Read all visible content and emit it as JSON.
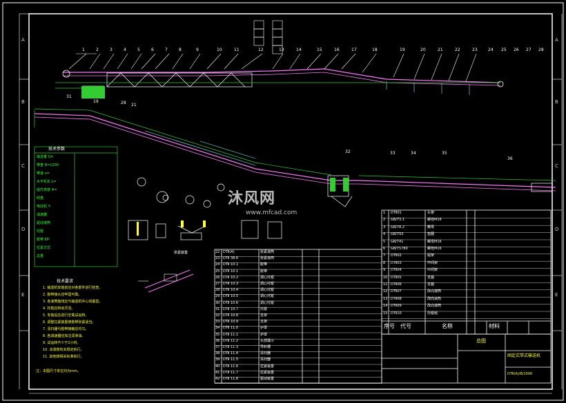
{
  "watermark": {
    "title": "沐风网",
    "url": "www.mfcad.com"
  },
  "border_zones": {
    "left": [
      "A",
      "B",
      "C",
      "D",
      "E"
    ],
    "right": [
      "A",
      "B",
      "C",
      "D",
      "E"
    ]
  },
  "title_block": {
    "row1": "总图",
    "name": "固定式带式输送机",
    "drawing_no": "DTⅡ(A)/B/1000"
  },
  "parts_header": {
    "seq": "序号",
    "code": "代号",
    "name": "名称",
    "material": "材料"
  },
  "parts_left": [
    {
      "no": "22",
      "code": "DTⅡ(A)",
      "name": "张紧滚筒"
    },
    {
      "no": "23",
      "code": "DTⅡ 38.6",
      "name": "张紧滚筒"
    },
    {
      "no": "24",
      "code": "DTⅡ 10.1",
      "name": "胶带"
    },
    {
      "no": "25",
      "code": "DTⅡ 10.1",
      "name": "胶带"
    },
    {
      "no": "26",
      "code": "DTⅡ 10.2",
      "name": "调心托辊"
    },
    {
      "no": "27",
      "code": "DTⅡ 10.3",
      "name": "调心托辊"
    },
    {
      "no": "28",
      "code": "DTⅡ 10.4",
      "name": "调心托辊"
    },
    {
      "no": "29",
      "code": "DTⅡ 10.5",
      "name": "调心托辊"
    },
    {
      "no": "30",
      "code": "DTⅡ 10.6",
      "name": "调心托辊"
    },
    {
      "no": "31",
      "code": "DTⅡ 10.7",
      "name": "托辊"
    },
    {
      "no": "32",
      "code": "DTⅡ 10.8",
      "name": "支架"
    },
    {
      "no": "33",
      "code": "DTⅡ 10.9",
      "name": "支架"
    },
    {
      "no": "34",
      "code": "DTⅡ 11.0",
      "name": "护罩"
    },
    {
      "no": "35",
      "code": "DTⅡ 11.1",
      "name": "护罩"
    },
    {
      "no": "36",
      "code": "DTⅡ 11.2",
      "name": "头部漏斗"
    },
    {
      "no": "37",
      "code": "DTⅡ 11.3",
      "name": "导料槽"
    },
    {
      "no": "38",
      "code": "DTⅡ 11.4",
      "name": "清扫器"
    },
    {
      "no": "39",
      "code": "DTⅡ 11.5",
      "name": "清扫器"
    },
    {
      "no": "40",
      "code": "DTⅡ 11.6",
      "name": "拉紧装置"
    },
    {
      "no": "41",
      "code": "DTⅡ 11.7",
      "name": "拉紧装置"
    },
    {
      "no": "42",
      "code": "DTⅡ 11.8",
      "name": "驱动装置"
    }
  ],
  "parts_right": [
    {
      "no": "1",
      "code": "DTⅡ01",
      "name": "头架"
    },
    {
      "no": "2",
      "code": "GB/T3.1",
      "name": "螺栓M16"
    },
    {
      "no": "3",
      "code": "GB/T8.2",
      "name": "螺母"
    },
    {
      "no": "4",
      "code": "GB/T93",
      "name": "垫圈"
    },
    {
      "no": "5",
      "code": "GB/T41",
      "name": "螺母M16"
    },
    {
      "no": "6",
      "code": "GB/T5780",
      "name": "螺栓M16"
    },
    {
      "no": "7",
      "code": "DTⅡ02",
      "name": "尾架"
    },
    {
      "no": "8",
      "code": "DTⅡ03",
      "name": "中间架"
    },
    {
      "no": "9",
      "code": "DTⅡ04",
      "name": "中间架"
    },
    {
      "no": "10",
      "code": "DTⅡ05",
      "name": "支腿"
    },
    {
      "no": "11",
      "code": "DTⅡ06",
      "name": "支腿"
    },
    {
      "no": "12",
      "code": "DTⅡ07",
      "name": "改向滚筒"
    },
    {
      "no": "13",
      "code": "DTⅡ08",
      "name": "改向滚筒"
    },
    {
      "no": "14",
      "code": "DTⅡ09",
      "name": "改向滚筒"
    },
    {
      "no": "15",
      "code": "DTⅡ10",
      "name": "托辊组"
    }
  ],
  "tech_params_title": "技术参数",
  "tech_params": [
    "输送量 Q=",
    "带宽 B=1000",
    "带速 v=",
    "水平机长 L=",
    "提升高度 H=",
    "倾角",
    "电动机 Y-",
    "减速器",
    "驱动滚筒",
    "托辊",
    "胶带 EP-",
    "拉紧方式",
    "总重"
  ],
  "tech_notes_title": "技术要求",
  "tech_notes": [
    "1. 输送机安装前应对各部件进行检查。",
    "2. 胶带接头应牢固可靠。",
    "3. 各滚筒轴线应与输送机中心线垂直。",
    "4. 托辊应转动灵活。",
    "5. 安装后应进行空载试运转。",
    "6. 调整拉紧装置使胶带张紧适当。",
    "7. 清扫器与胶带接触应均匀。",
    "8. 各减速器应加注润滑油。",
    "9. 试运转不少于2小时。",
    "10. 涂漆按有关规定执行。",
    "11. 其他按相关标准执行。"
  ],
  "footer_note": "注：本图尺寸单位均为mm。",
  "detail_caption": "张紧装置",
  "callouts_top": [
    "1",
    "2",
    "3",
    "4",
    "5",
    "6",
    "7",
    "8",
    "9",
    "10",
    "11",
    "12",
    "13",
    "14",
    "15",
    "16",
    "17",
    "18",
    "19",
    "20",
    "21",
    "22",
    "23",
    "24",
    "25",
    "26",
    "27",
    "28"
  ],
  "callouts_mid": [
    "31",
    "19",
    "28",
    "21",
    "32",
    "33",
    "34",
    "35",
    "36"
  ]
}
